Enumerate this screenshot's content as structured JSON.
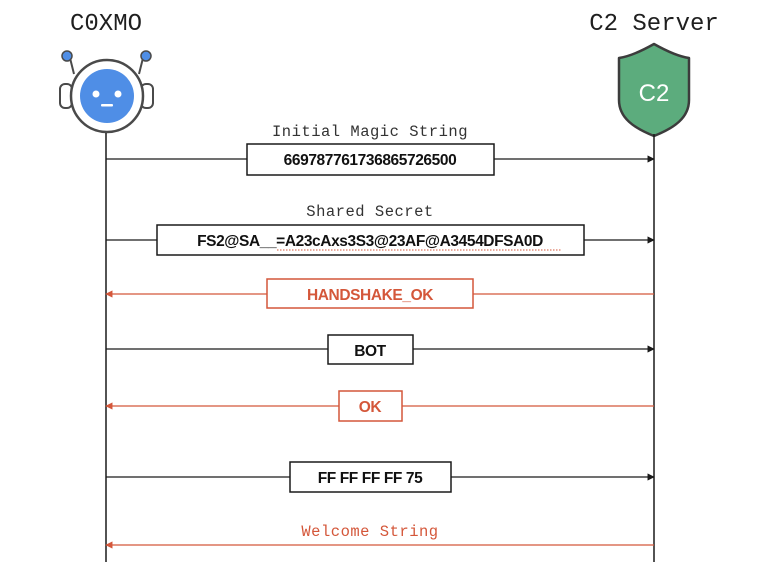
{
  "actors": {
    "left": {
      "name": "C0XMO",
      "icon": "robot-icon"
    },
    "right": {
      "name": "C2 Server",
      "icon": "shield-icon",
      "badge": "C2"
    }
  },
  "colors": {
    "black": "#1a1a1a",
    "reply": "#d4573a",
    "robot_face": "#4f8ee6",
    "robot_frame": "#4a4a4a",
    "shield": "#5cac7d"
  },
  "messages": [
    {
      "id": "magic-string",
      "direction": "to-server",
      "caption": "Initial Magic String",
      "content": "6697877617368657265 00"
    },
    {
      "id": "shared-secret",
      "direction": "to-server",
      "caption": "Shared Secret",
      "content": "FS2@SA__=A23cAxs3S3@23AF@A3454DFSA0D"
    },
    {
      "id": "handshake-ok",
      "direction": "to-bot",
      "caption": "",
      "content": "HANDSHAKE_OK"
    },
    {
      "id": "bot",
      "direction": "to-server",
      "caption": "",
      "content": "BOT"
    },
    {
      "id": "ok",
      "direction": "to-bot",
      "caption": "",
      "content": "OK"
    },
    {
      "id": "ff-bytes",
      "direction": "to-server",
      "caption": "",
      "content": "FF FF FF FF 75"
    },
    {
      "id": "welcome",
      "direction": "to-bot",
      "caption": "Welcome String",
      "content": ""
    }
  ]
}
